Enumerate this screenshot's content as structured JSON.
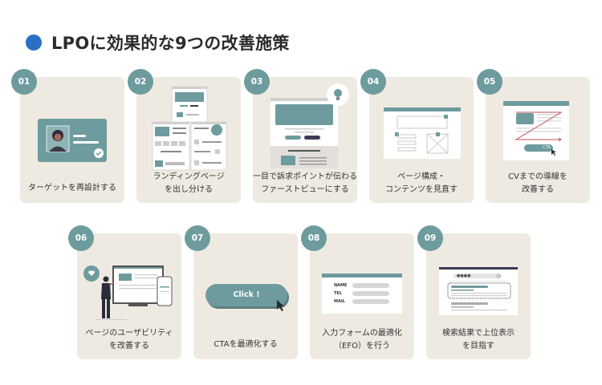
{
  "title": "LPOに効果的な9つの改善施策",
  "colors": {
    "accent_dot": "#2a6fc2",
    "badge": "#6e9b9e",
    "card_bg": "#efeae1",
    "teal": "#6e9b9e",
    "navy": "#3b3a55",
    "red_line": "#c0505a"
  },
  "cards": [
    {
      "number": "01",
      "label": "ターゲットを再設計する",
      "icon": "profile-card-check-icon"
    },
    {
      "number": "02",
      "label": "ランディングページ\nを出し分ける",
      "icon": "multiple-landing-pages-icon"
    },
    {
      "number": "03",
      "label": "一目で訴求ポイントが伝わる\nファーストビューにする",
      "icon": "first-view-lightbulb-icon"
    },
    {
      "number": "04",
      "label": "ページ構成・\nコンテンツを見直す",
      "icon": "wireframe-layout-icon"
    },
    {
      "number": "05",
      "label": "CVまでの導線を\n改善する",
      "icon": "cta-flow-icon",
      "cta_text": "CTA"
    },
    {
      "number": "06",
      "label": "ページのユーザビリティ\nを改善する",
      "icon": "usability-person-screen-icon"
    },
    {
      "number": "07",
      "label": "CTAを最適化する",
      "icon": "click-button-icon",
      "button_text": "Click !"
    },
    {
      "number": "08",
      "label": "入力フォームの最適化\n（EFO）を行う",
      "icon": "entry-form-icon",
      "form_fields": [
        "NAME",
        "TEL",
        "MAIL"
      ]
    },
    {
      "number": "09",
      "label": "検索結果で上位表示\nを目指す",
      "icon": "search-results-icon",
      "search_text": "●●●●"
    }
  ]
}
